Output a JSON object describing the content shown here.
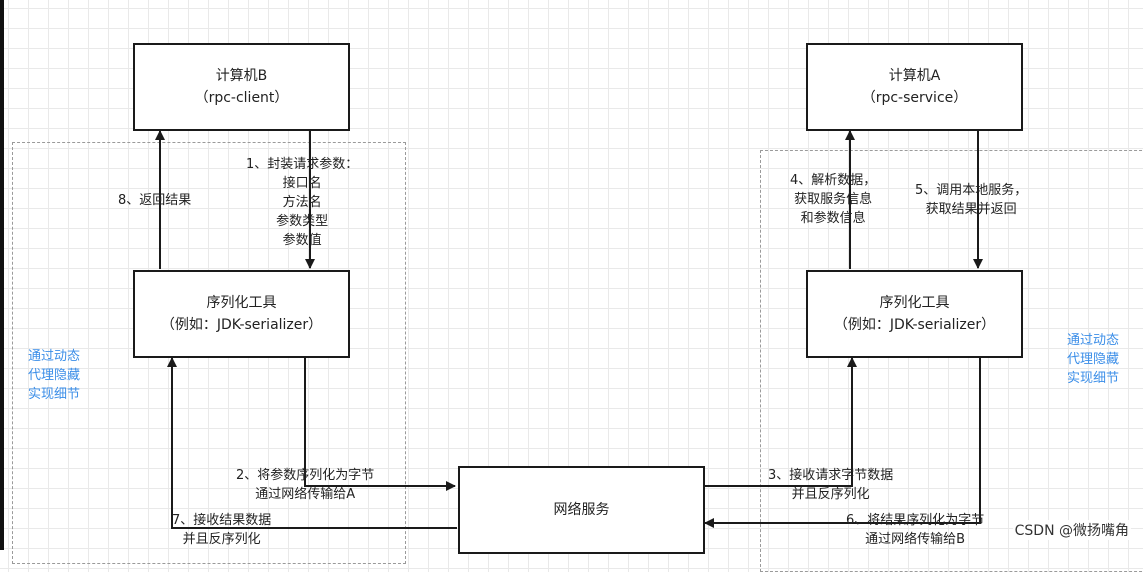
{
  "boxes": {
    "computer_b": {
      "line1": "计算机B",
      "line2": "（rpc-client）"
    },
    "computer_a": {
      "line1": "计算机A",
      "line2": "（rpc-service）"
    },
    "serializer_left": {
      "line1": "序列化工具",
      "line2": "（例如：JDK-serializer）"
    },
    "serializer_right": {
      "line1": "序列化工具",
      "line2": "（例如：JDK-serializer）"
    },
    "network": {
      "label": "网络服务"
    }
  },
  "steps": {
    "s1": {
      "l1": "1、封装请求参数：",
      "l2": "接口名",
      "l3": "方法名",
      "l4": "参数类型",
      "l5": "参数值"
    },
    "s2": {
      "l1": "2、将参数序列化为字节",
      "l2": "通过网络传输给A"
    },
    "s3": {
      "l1": "3、接收请求字节数据",
      "l2": "并且反序列化"
    },
    "s4": {
      "l1": "4、解析数据，",
      "l2": "获取服务信息",
      "l3": "和参数信息"
    },
    "s5": {
      "l1": "5、调用本地服务，",
      "l2": "获取结果并返回"
    },
    "s6": {
      "l1": "6、将结果序列化为字节",
      "l2": "通过网络传输给B"
    },
    "s7": {
      "l1": "7、接收结果数据",
      "l2": "并且反序列化"
    },
    "s8": {
      "l1": "8、返回结果"
    }
  },
  "notes": {
    "left": {
      "l1": "通过动态",
      "l2": "代理隐藏",
      "l3": "实现细节"
    },
    "right": {
      "l1": "通过动态",
      "l2": "代理隐藏",
      "l3": "实现细节"
    }
  },
  "watermark": "CSDN @微扬嘴角",
  "colors": {
    "note_text": "#3b8ee8",
    "line": "#1a1a1a",
    "grid": "#e9e9e9"
  }
}
